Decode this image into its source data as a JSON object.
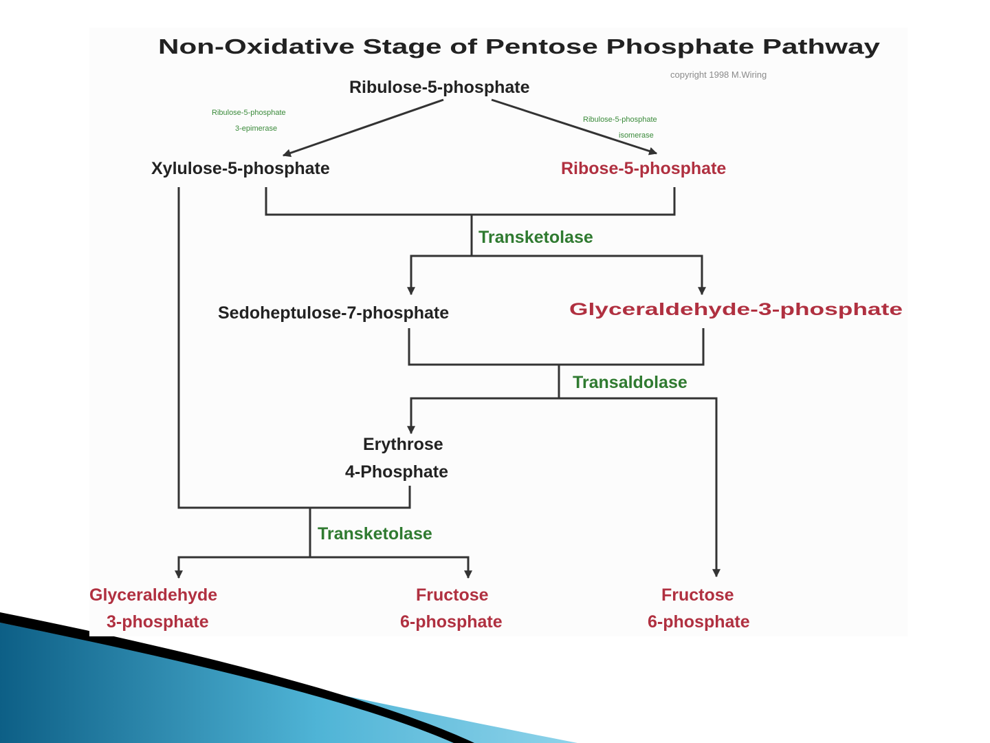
{
  "diagram": {
    "title": "Non-Oxidative Stage of Pentose Phosphate Pathway",
    "copyright": "copyright 1998 M.Wiring",
    "nodes": {
      "ribulose_5p": "Ribulose-5-phosphate",
      "xylulose_5p": "Xylulose-5-phosphate",
      "ribose_5p": "Ribose-5-phosphate",
      "sedoheptulose_7p": "Sedoheptulose-7-phosphate",
      "glyceraldehyde_3p_mid": "Glyceraldehyde-3-phosphate",
      "erythrose_line1": "Erythrose",
      "erythrose_line2": "4-Phosphate",
      "glyceraldehyde_line1": "Glyceraldehyde",
      "glyceraldehyde_line2": "3-phosphate",
      "fructose_a_line1": "Fructose",
      "fructose_a_line2": "6-phosphate",
      "fructose_b_line1": "Fructose",
      "fructose_b_line2": "6-phosphate"
    },
    "enzymes": {
      "epimerase_line1": "Ribulose-5-phosphate",
      "epimerase_line2": "3-epimerase",
      "isomerase_line1": "Ribulose-5-phosphate",
      "isomerase_line2": "isomerase",
      "transketolase_1": "Transketolase",
      "transaldolase": "Transaldolase",
      "transketolase_2": "Transketolase"
    },
    "colors": {
      "reactant_text": "#222222",
      "product_text": "#b03040",
      "enzyme_text": "#2f7a30",
      "lines": "#333333"
    }
  }
}
